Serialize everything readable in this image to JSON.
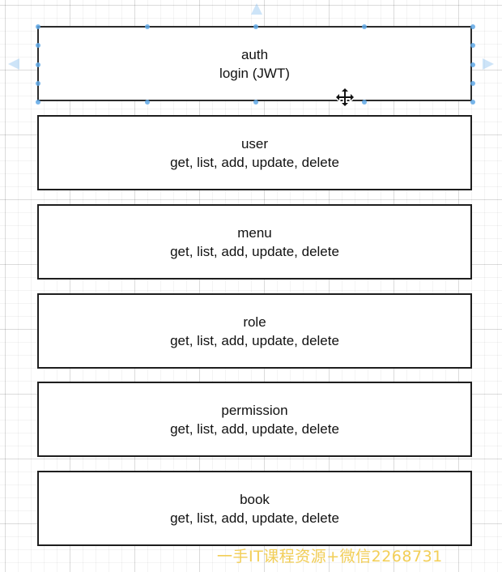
{
  "diagram": {
    "boxes": [
      {
        "title": "auth",
        "detail": "login (JWT)",
        "selected": true
      },
      {
        "title": "user",
        "detail": "get, list, add, update, delete"
      },
      {
        "title": "menu",
        "detail": "get, list, add, update, delete"
      },
      {
        "title": "role",
        "detail": "get, list, add, update, delete"
      },
      {
        "title": "permission",
        "detail": "get, list, add, update, delete"
      },
      {
        "title": "book",
        "detail": "get, list, add, update, delete"
      }
    ]
  },
  "watermark": "一手IT课程资源+微信2268731",
  "icons": {
    "cursor": "move-cursor-icon",
    "handle": "selection-handle-icon"
  },
  "colors": {
    "handle": "#5fa8e6",
    "border": "#1e1e1e",
    "watermark": "#f3cf57"
  }
}
